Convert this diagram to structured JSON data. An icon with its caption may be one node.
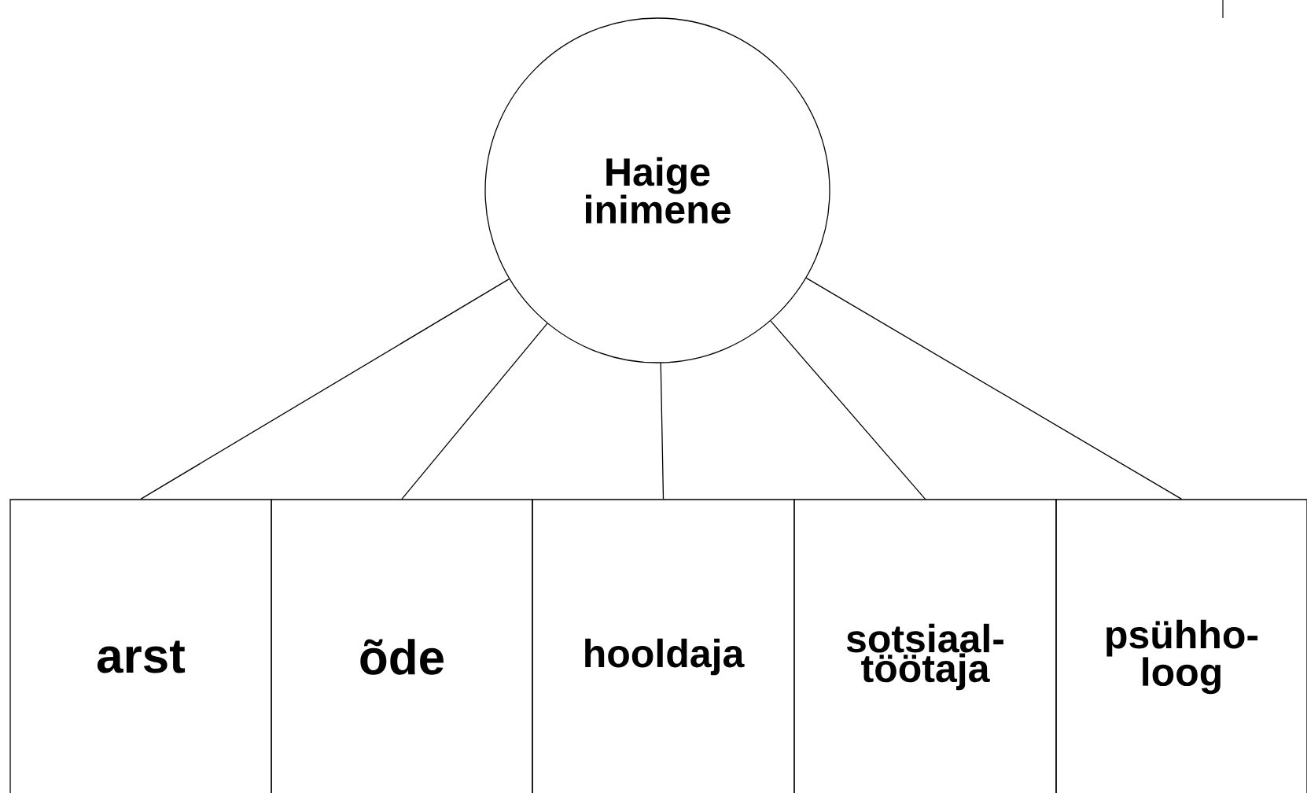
{
  "diagram": {
    "nodes": [
      {
        "text": [
          "Haige inimene"
        ]
      },
      {
        "text": [
          "arst"
        ]
      },
      {
        "text": [
          "õde"
        ]
      },
      {
        "text": [
          "hooldaja"
        ]
      },
      {
        "text": [
          "sotsiaal-töötaja"
        ]
      },
      {
        "text": [
          "psühho-loog"
        ]
      }
    ],
    "edges": [
      {
        "from": 0,
        "to": 1,
        "arrow": "none"
      },
      {
        "from": 0,
        "to": 2,
        "arrow": "none"
      },
      {
        "from": 0,
        "to": 3,
        "arrow": "none"
      },
      {
        "from": 0,
        "to": 4,
        "arrow": "none"
      },
      {
        "from": 0,
        "to": 5,
        "arrow": "none"
      }
    ]
  }
}
